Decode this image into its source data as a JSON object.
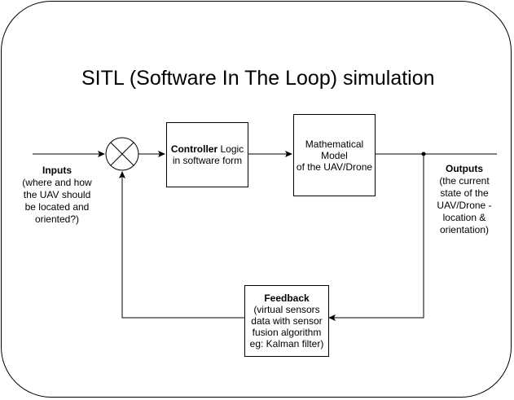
{
  "title": "SITL (Software In The Loop) simulation",
  "blocks": {
    "controller": {
      "bold": "Controller",
      "rest": " Logic",
      "line2": "in software form"
    },
    "model": {
      "line1": "Mathematical",
      "line2": "Model",
      "line3": "of the UAV/Drone"
    },
    "feedback": {
      "heading": "Feedback",
      "line1": "(virtual sensors",
      "line2": "data with sensor",
      "line3": "fusion algorithm",
      "line4": "eg: Kalman filter)"
    }
  },
  "inputs": {
    "heading": "Inputs",
    "line1": "(where and how",
    "line2": "the UAV should",
    "line3": "be located and",
    "line4": "oriented?)"
  },
  "outputs": {
    "heading": "Outputs",
    "line1": "(the current",
    "line2": "state of the",
    "line3": "UAV/Drone -",
    "line4": "location &",
    "line5": "orientation)"
  }
}
